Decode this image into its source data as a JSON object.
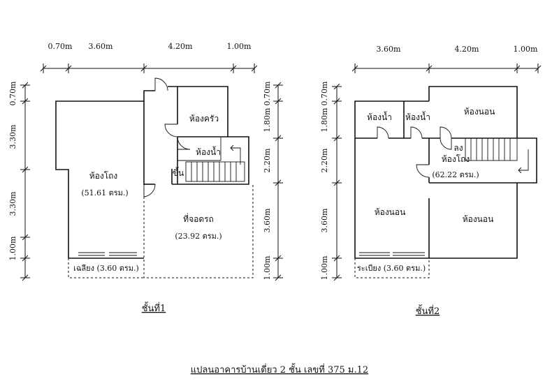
{
  "floor1": {
    "top_dims": [
      "0.70m",
      "3.60m",
      "4.20m",
      "1.00m"
    ],
    "left_dims": [
      "0.70m",
      "3.30m",
      "3.30m",
      "1.00m"
    ],
    "right_dims": [
      "0.70m",
      "1.80m",
      "2.20m",
      "3.60m",
      "1.00m"
    ],
    "rooms": {
      "living": "ห้องโถง",
      "living_area": "(51.61 ตรม.)",
      "kitchen": "ห้องครัว",
      "bathroom": "ห้องน้ำ",
      "stairs_up": "ขึ้น",
      "garage": "ที่จอดรถ",
      "garage_area": "(23.92 ตรม.)",
      "porch": "เฉลียง (3.60 ตรม.)"
    },
    "caption": "ชั้นที่1"
  },
  "floor2": {
    "top_dims": [
      "3.60m",
      "4.20m",
      "1.00m"
    ],
    "left_dims": [
      "0.70m",
      "1.80m",
      "2.20m",
      "3.60m",
      "1.00m"
    ],
    "rooms": {
      "bath1": "ห้องน้ำ",
      "bath2": "ห้องน้ำ",
      "bedroom1": "ห้องนอน",
      "stairs_down": "ลง",
      "hall": "ห้องโถง",
      "hall_area": "(62.22 ตรม.)",
      "bedroom2": "ห้องนอน",
      "bedroom3": "ห้องนอน",
      "balcony": "ระเบียง (3.60 ตรม.)"
    },
    "caption": "ชั้นที่2"
  },
  "title": "แปลนอาคารบ้านเดี่ยว 2 ชั้น เลขที่ 375 ม.12"
}
